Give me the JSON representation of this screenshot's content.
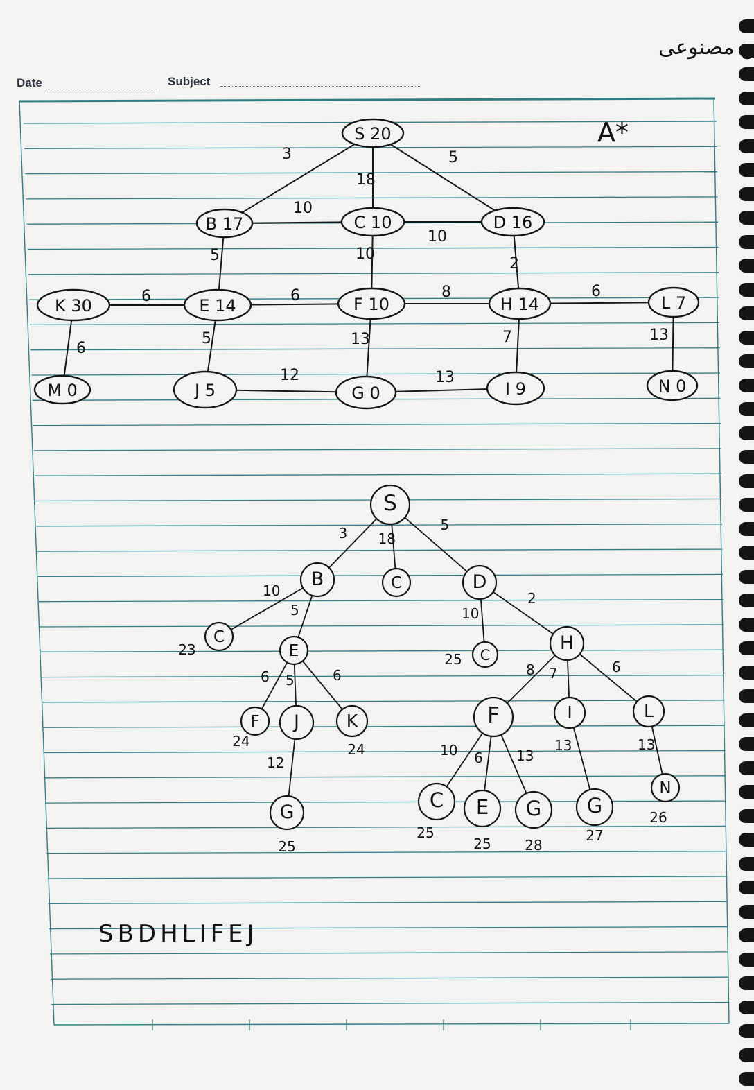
{
  "header": {
    "title": "صالح سام پناه - هوش مصنوعی",
    "date_label": "Date",
    "subject_label": "Subject"
  },
  "graph": {
    "algorithm_label": "A*",
    "nodes": [
      {
        "id": "S",
        "label": "S 20"
      },
      {
        "id": "B",
        "label": "B 17"
      },
      {
        "id": "C",
        "label": "C 10"
      },
      {
        "id": "D",
        "label": "D 16"
      },
      {
        "id": "K",
        "label": "K 30"
      },
      {
        "id": "E",
        "label": "E 14"
      },
      {
        "id": "F",
        "label": "F 10"
      },
      {
        "id": "H",
        "label": "H 14"
      },
      {
        "id": "L",
        "label": "L 7"
      },
      {
        "id": "M",
        "label": "M 0"
      },
      {
        "id": "J",
        "label": "J 5"
      },
      {
        "id": "G",
        "label": "G 0"
      },
      {
        "id": "I",
        "label": "I 9"
      },
      {
        "id": "N",
        "label": "N 0"
      }
    ],
    "edges": [
      {
        "from": "S",
        "to": "B",
        "weight": "3"
      },
      {
        "from": "S",
        "to": "C",
        "weight": "18"
      },
      {
        "from": "S",
        "to": "D",
        "weight": "5"
      },
      {
        "from": "B",
        "to": "C",
        "weight": "10"
      },
      {
        "from": "C",
        "to": "D",
        "weight": "10"
      },
      {
        "from": "B",
        "to": "E",
        "weight": "5"
      },
      {
        "from": "C",
        "to": "F",
        "weight": "10"
      },
      {
        "from": "D",
        "to": "H",
        "weight": "2"
      },
      {
        "from": "K",
        "to": "E",
        "weight": "6"
      },
      {
        "from": "E",
        "to": "F",
        "weight": "6"
      },
      {
        "from": "F",
        "to": "H",
        "weight": "8"
      },
      {
        "from": "H",
        "to": "L",
        "weight": "6"
      },
      {
        "from": "K",
        "to": "M",
        "weight": "6"
      },
      {
        "from": "E",
        "to": "J",
        "weight": "5"
      },
      {
        "from": "F",
        "to": "G",
        "weight": "13"
      },
      {
        "from": "H",
        "to": "I",
        "weight": "7"
      },
      {
        "from": "L",
        "to": "N",
        "weight": "13"
      },
      {
        "from": "J",
        "to": "G",
        "weight": "12"
      },
      {
        "from": "G",
        "to": "I",
        "weight": "13"
      }
    ]
  },
  "tree": {
    "nodes": [
      {
        "id": "t_S",
        "label": "S",
        "cost": ""
      },
      {
        "id": "t_B",
        "label": "B",
        "cost": ""
      },
      {
        "id": "t_C1",
        "label": "C",
        "cost": ""
      },
      {
        "id": "t_D",
        "label": "D",
        "cost": ""
      },
      {
        "id": "t_C2",
        "label": "C",
        "cost": "23"
      },
      {
        "id": "t_E",
        "label": "E",
        "cost": ""
      },
      {
        "id": "t_C3",
        "label": "C",
        "cost": "25"
      },
      {
        "id": "t_H",
        "label": "H",
        "cost": ""
      },
      {
        "id": "t_F1",
        "label": "F",
        "cost": "24"
      },
      {
        "id": "t_J",
        "label": "J",
        "cost": ""
      },
      {
        "id": "t_K",
        "label": "K",
        "cost": "24"
      },
      {
        "id": "t_F2",
        "label": "F",
        "cost": ""
      },
      {
        "id": "t_I",
        "label": "I",
        "cost": ""
      },
      {
        "id": "t_L",
        "label": "L",
        "cost": ""
      },
      {
        "id": "t_G1",
        "label": "G",
        "cost": "25"
      },
      {
        "id": "t_C4",
        "label": "C",
        "cost": "25"
      },
      {
        "id": "t_E2",
        "label": "E",
        "cost": "25"
      },
      {
        "id": "t_G2",
        "label": "G",
        "cost": "28"
      },
      {
        "id": "t_G3",
        "label": "G",
        "cost": "27"
      },
      {
        "id": "t_N",
        "label": "N",
        "cost": "26"
      }
    ],
    "edges": [
      {
        "from": "t_S",
        "to": "t_B",
        "weight": "3"
      },
      {
        "from": "t_S",
        "to": "t_C1",
        "weight": "18"
      },
      {
        "from": "t_S",
        "to": "t_D",
        "weight": "5"
      },
      {
        "from": "t_B",
        "to": "t_C2",
        "weight": "10"
      },
      {
        "from": "t_B",
        "to": "t_E",
        "weight": "5"
      },
      {
        "from": "t_D",
        "to": "t_C3",
        "weight": "10"
      },
      {
        "from": "t_D",
        "to": "t_H",
        "weight": "2"
      },
      {
        "from": "t_E",
        "to": "t_F1",
        "weight": "6"
      },
      {
        "from": "t_E",
        "to": "t_J",
        "weight": "5"
      },
      {
        "from": "t_E",
        "to": "t_K",
        "weight": "6"
      },
      {
        "from": "t_H",
        "to": "t_F2",
        "weight": "8"
      },
      {
        "from": "t_H",
        "to": "t_I",
        "weight": "7"
      },
      {
        "from": "t_H",
        "to": "t_L",
        "weight": "6"
      },
      {
        "from": "t_J",
        "to": "t_G1",
        "weight": "12"
      },
      {
        "from": "t_F2",
        "to": "t_C4",
        "weight": "10"
      },
      {
        "from": "t_F2",
        "to": "t_E2",
        "weight": "6"
      },
      {
        "from": "t_F2",
        "to": "t_G2",
        "weight": "13"
      },
      {
        "from": "t_I",
        "to": "t_G3",
        "weight": "13"
      },
      {
        "from": "t_L",
        "to": "t_N",
        "weight": "13"
      }
    ]
  },
  "expansion_order": "SBDHLIFEJ"
}
